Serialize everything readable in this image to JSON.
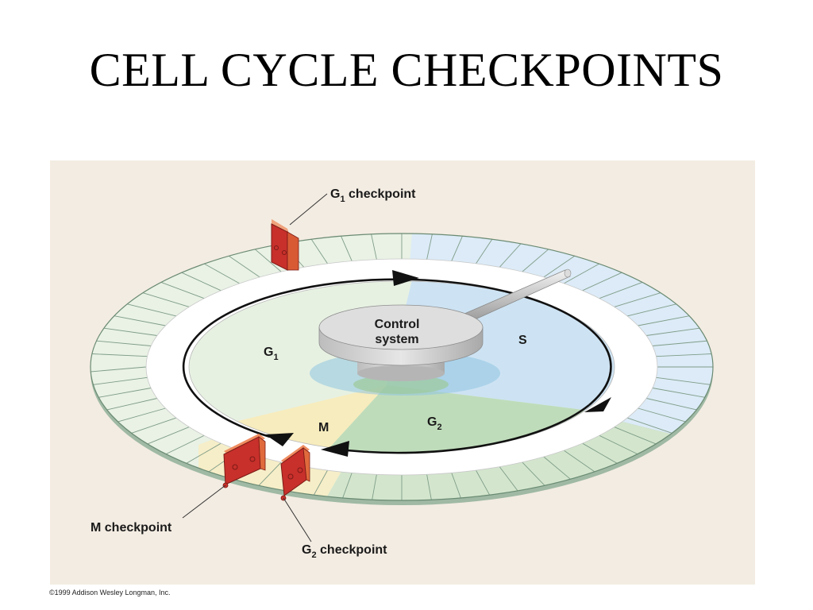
{
  "slide": {
    "title": "CELL CYCLE CHECKPOINTS",
    "credit": "©1999 Addison Wesley Longman, Inc."
  },
  "diagram": {
    "hub": {
      "line1": "Control",
      "line2": "system"
    },
    "phases": [
      {
        "base": "G",
        "sub": "1",
        "color": "#e7f1e2"
      },
      {
        "base": "S",
        "sub": "",
        "color": "#cde3f3"
      },
      {
        "base": "G",
        "sub": "2",
        "color": "#bfdcba"
      },
      {
        "base": "M",
        "sub": "",
        "color": "#f7ecbd"
      }
    ],
    "checkpoints": [
      {
        "base": "G",
        "sub": "1",
        "rest": " checkpoint"
      },
      {
        "base": "M checkpoint",
        "sub": "",
        "rest": ""
      },
      {
        "base": "G",
        "sub": "2",
        "rest": " checkpoint"
      }
    ],
    "colors": {
      "panel_background": "#f3ece2",
      "gate_face": "#c8302b",
      "gate_side": "#e06a3c",
      "ring_green": "#e8f2e4",
      "ring_blue": "#dcebf7",
      "hub_gray": "#d4d4d4"
    }
  }
}
